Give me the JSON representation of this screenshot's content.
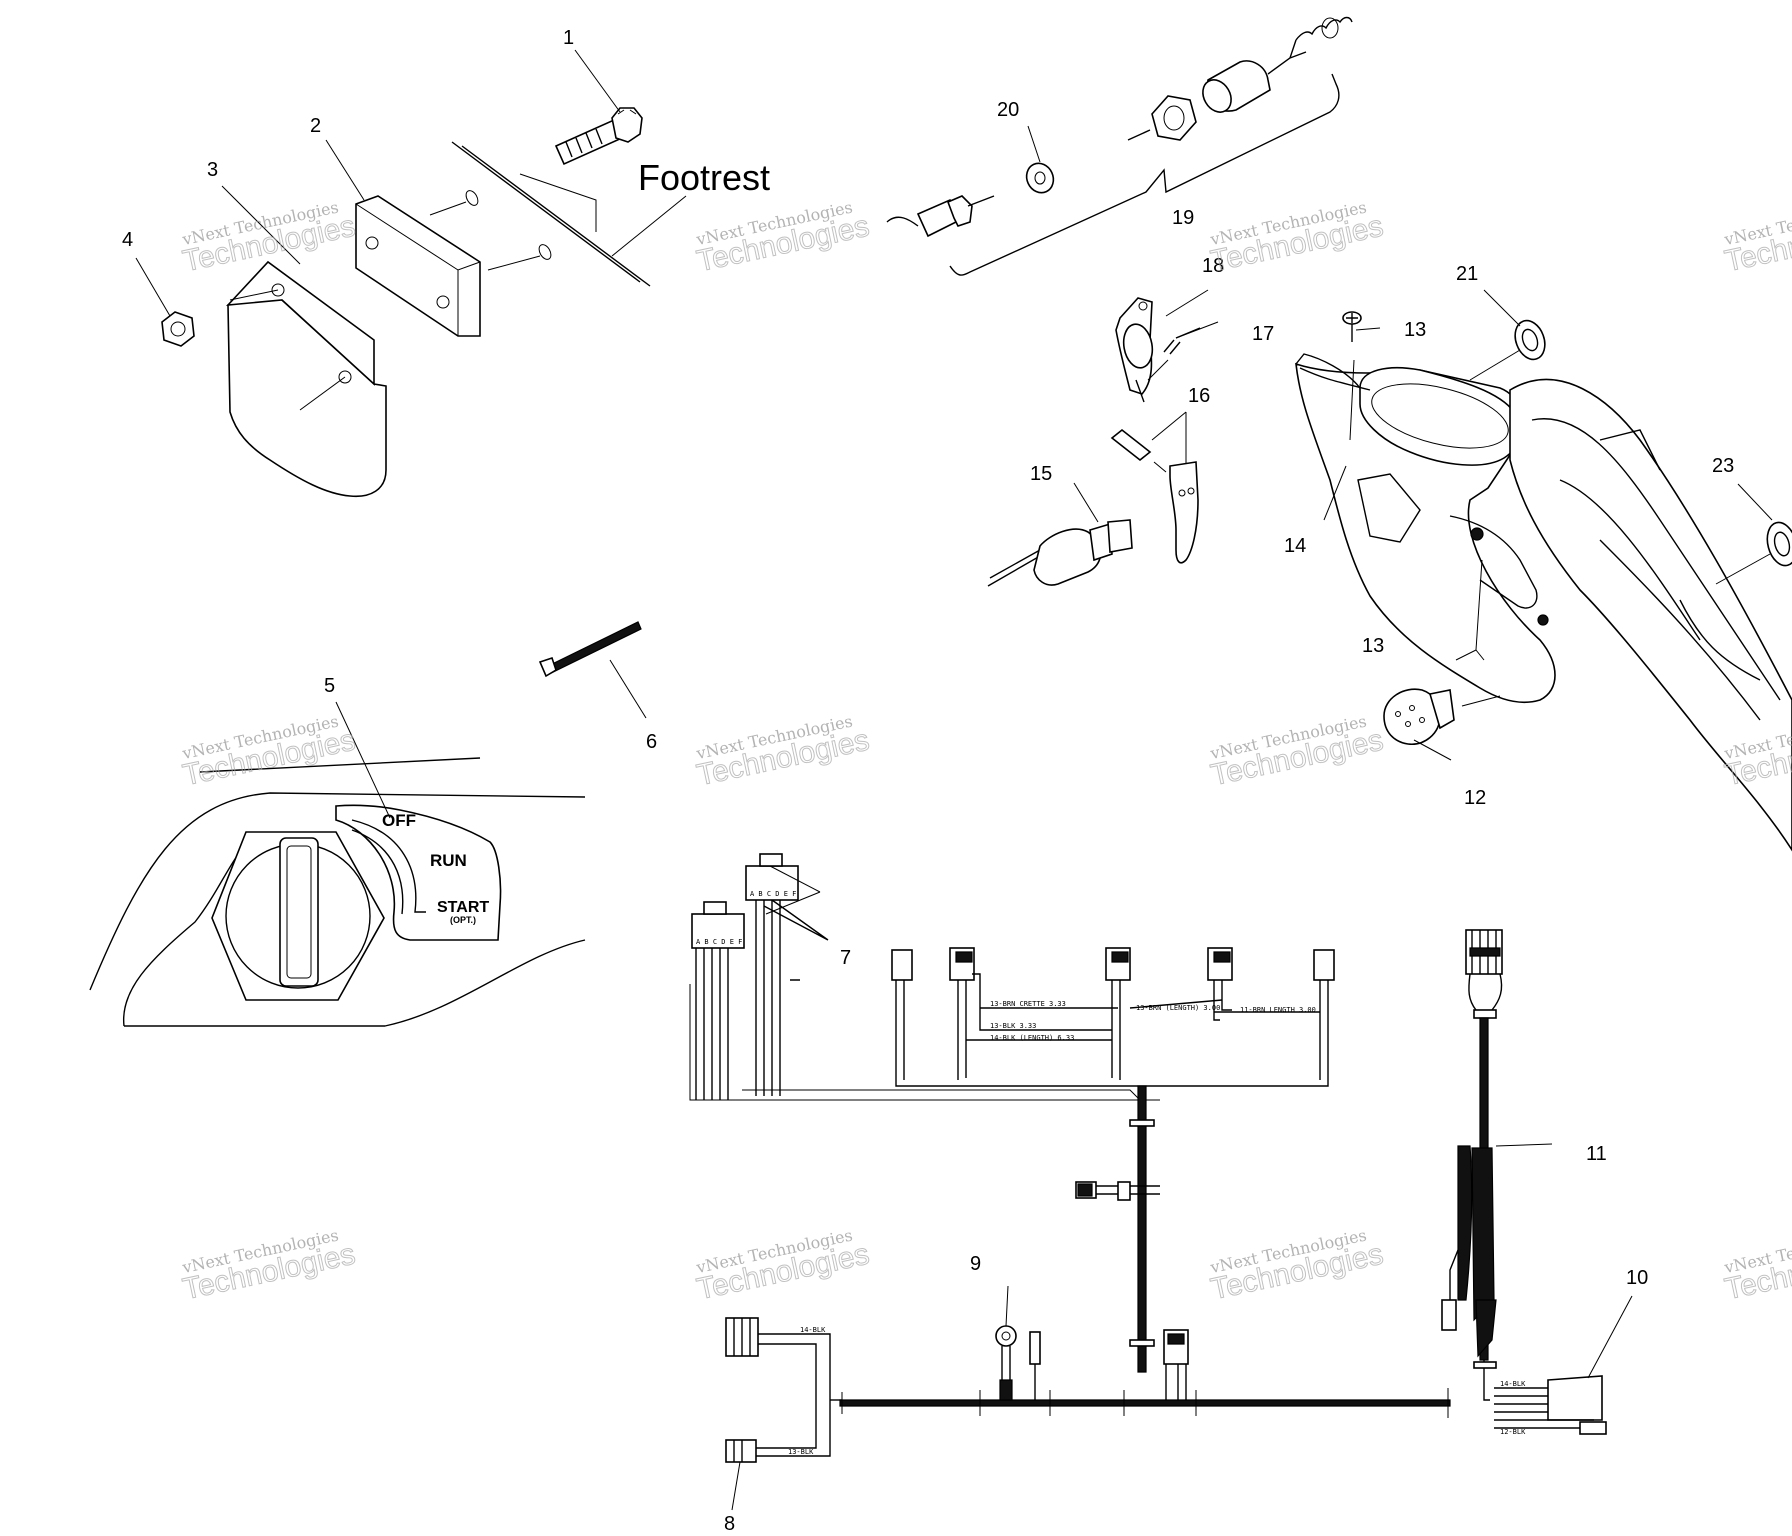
{
  "diagram": {
    "title": "Footrest",
    "switch_labels": {
      "off": "OFF",
      "run": "RUN",
      "start": "START",
      "start_note": "(OPT.)"
    },
    "watermark": {
      "line1": "vNext Technologies",
      "line2": "Technologies"
    },
    "callouts": [
      "1",
      "2",
      "3",
      "4",
      "5",
      "6",
      "7",
      "8",
      "9",
      "10",
      "11",
      "12",
      "13",
      "13",
      "14",
      "15",
      "16",
      "17",
      "18",
      "19",
      "20",
      "21",
      "23"
    ]
  }
}
